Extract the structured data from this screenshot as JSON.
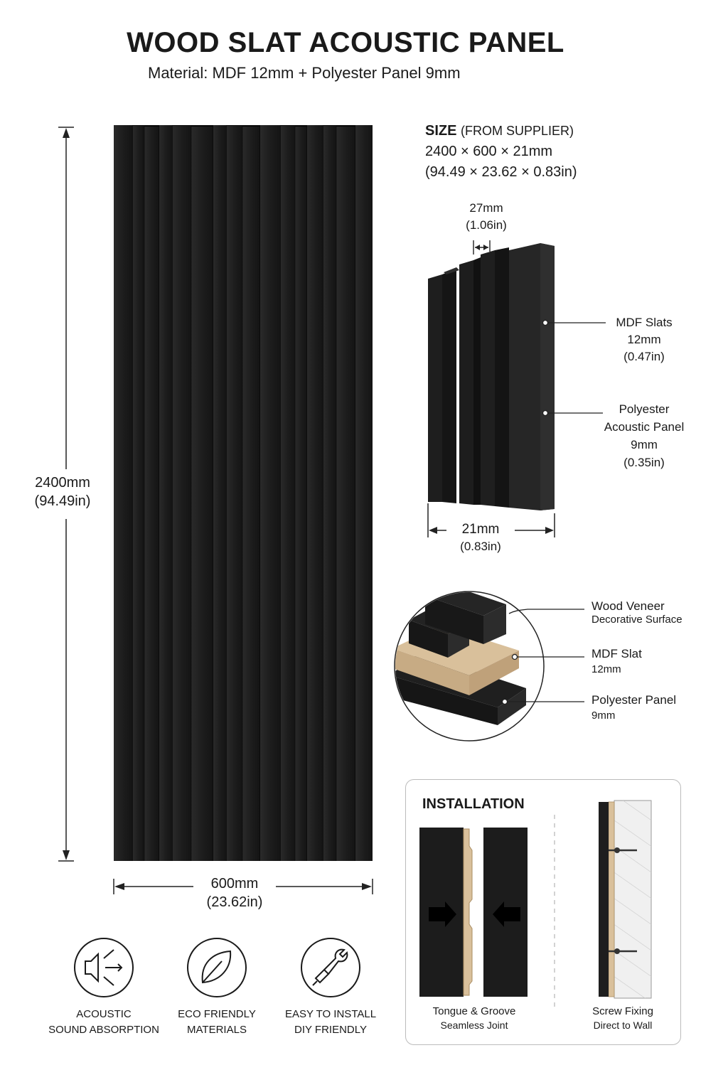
{
  "header": {
    "title": "WOOD SLAT ACOUSTIC PANEL",
    "subtitle": "Material: MDF 12mm + Polyester Panel 9mm"
  },
  "panel": {
    "height_mm": "2400mm",
    "height_in": "(94.49in)",
    "width_mm": "600mm",
    "width_in": "(23.62in)"
  },
  "size": {
    "label": "SIZE",
    "source": "(FROM SUPPLIER)",
    "metric": "2400 × 600 × 21mm",
    "imperial": "(94.49 × 23.62 × 0.83in)"
  },
  "profile": {
    "slat_width_mm": "27mm",
    "slat_width_in": "(1.06in)",
    "depth_mm": "21mm",
    "depth_in": "(0.83in)",
    "mdf_title": "MDF Slats",
    "mdf_mm": "12mm",
    "mdf_in": "(0.47in)",
    "poly_title_1": "Polyester",
    "poly_title_2": "Acoustic Panel",
    "poly_mm": "9mm",
    "poly_in": "(0.35in)"
  },
  "layers": {
    "veneer_title": "Wood Veneer",
    "veneer_sub": "Decorative Surface",
    "mdf_title": "MDF Slat",
    "mdf_sub": "12mm",
    "poly_title": "Polyester Panel",
    "poly_sub": "9mm"
  },
  "installation": {
    "title": "INSTALLATION",
    "tongue_title": "Tongue & Groove",
    "tongue_sub": "Seamless Joint",
    "screw_title": "Screw Fixing",
    "screw_sub": "Direct to Wall"
  },
  "features": [
    {
      "icon": "speaker-sound-icon",
      "line1": "ACOUSTIC",
      "line2": "SOUND ABSORPTION"
    },
    {
      "icon": "leaf-icon",
      "line1": "ECO FRIENDLY",
      "line2": "MATERIALS"
    },
    {
      "icon": "hand-wrench-icon",
      "line1": "EASY TO INSTALL",
      "line2": "DIY FRIENDLY"
    }
  ],
  "colors": {
    "slat": "#1c1c1c",
    "gap": "#080808",
    "mdf": "#d9c09b",
    "felt": "#1f1f1f"
  }
}
